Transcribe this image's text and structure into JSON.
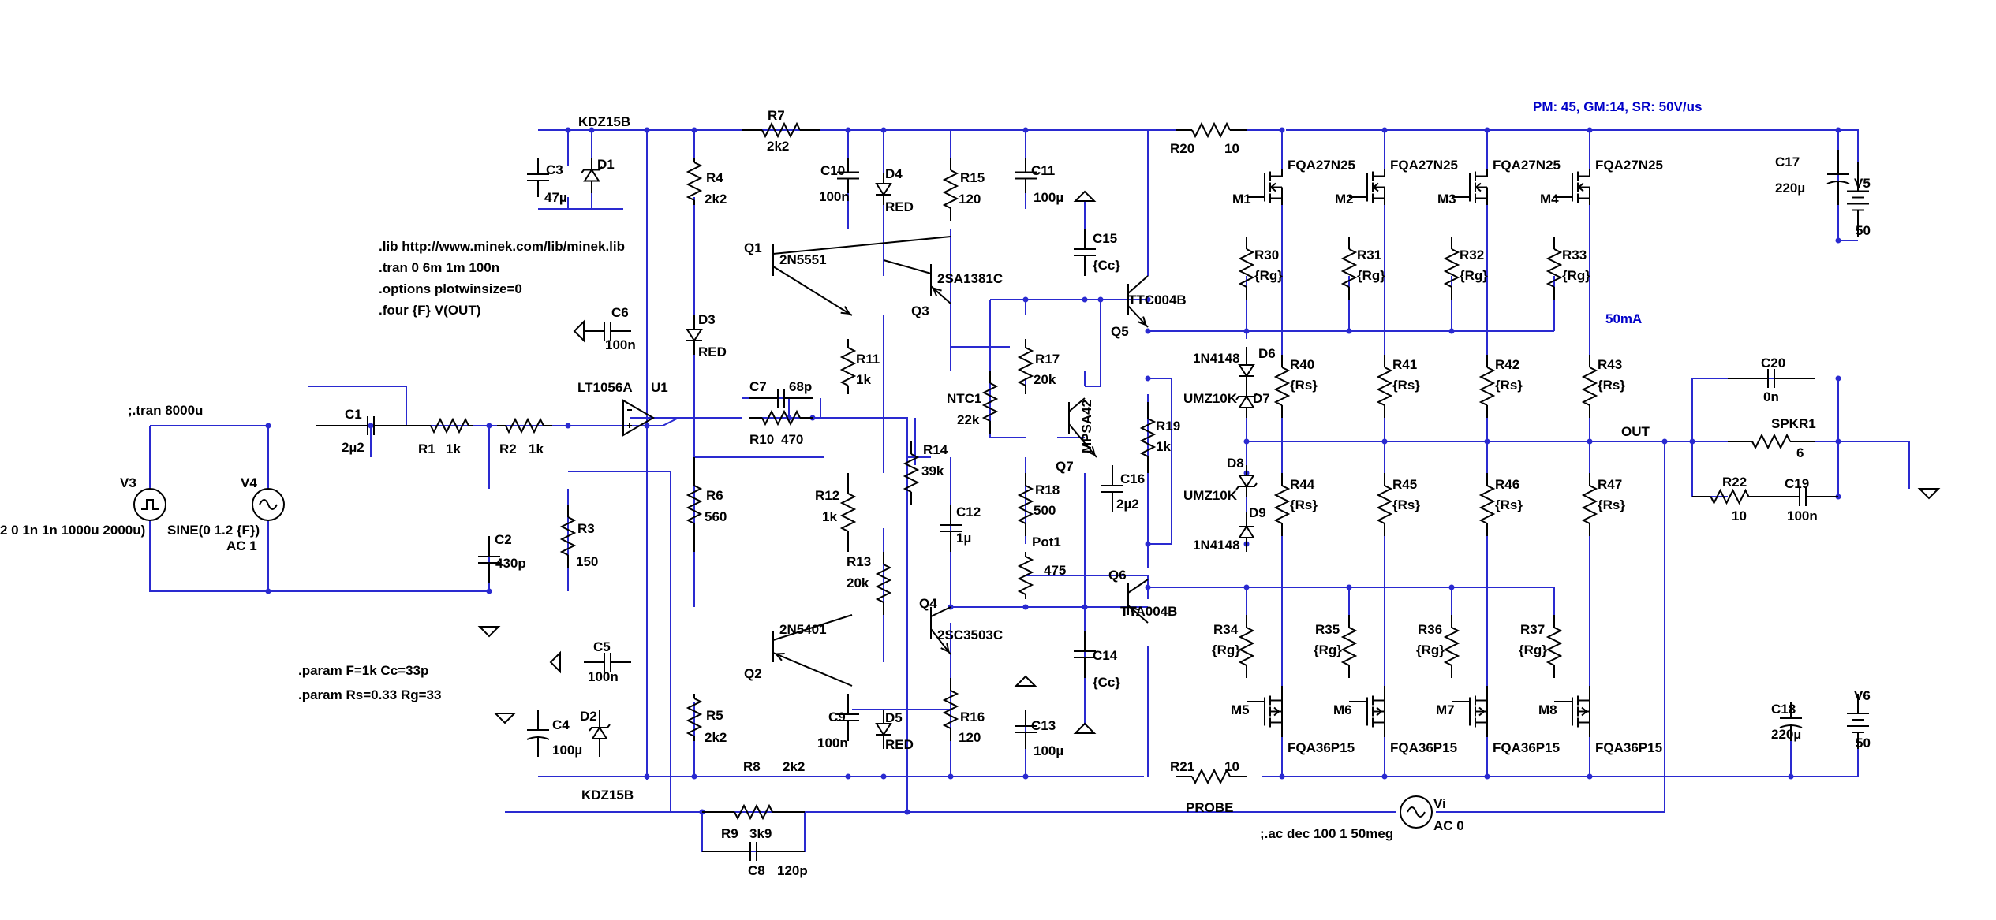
{
  "colors": {
    "wire": "#2a2ad0",
    "component": "#000000",
    "annotation": "#0000c8",
    "background": "#ffffff"
  },
  "directives": {
    "lib": ".lib http://www.minek.com/lib/minek.lib",
    "tran": ".tran 0 6m 1m 100n",
    "options": ".options plotwinsize=0",
    "four": ".four {F} V(OUT)",
    "tran_comment": ";.tran 8000u",
    "param1": ".param F=1k Cc=33p",
    "param2": ".param Rs=0.33 Rg=33",
    "ac_comment": ";.ac dec 100 1 50meg",
    "margins": "PM: 45, GM:14, SR: 50V/us",
    "bias": "50mA"
  },
  "nets": {
    "out": "OUT",
    "probe": "PROBE"
  },
  "sources": {
    "v3": {
      "name": "V3",
      "value": "2 0 1n 1n 1000u 2000u)"
    },
    "v4": {
      "name": "V4",
      "value": "SINE(0 1.2 {F})",
      "ac": "AC 1"
    },
    "v5": {
      "name": "V5",
      "value": "50"
    },
    "v6": {
      "name": "V6",
      "value": "50"
    },
    "vi": {
      "name": "Vi",
      "value": "AC 0"
    }
  },
  "components": {
    "c1": {
      "name": "C1",
      "value": "2µ2"
    },
    "c2": {
      "name": "C2",
      "value": "430p"
    },
    "c3": {
      "name": "C3",
      "value": "47µ"
    },
    "c4": {
      "name": "C4",
      "value": "100µ"
    },
    "c5": {
      "name": "C5",
      "value": "100n"
    },
    "c6": {
      "name": "C6",
      "value": "100n"
    },
    "c7": {
      "name": "C7",
      "value": "68p"
    },
    "c8": {
      "name": "C8",
      "value": "120p"
    },
    "c9": {
      "name": "C9",
      "value": "100n"
    },
    "c10": {
      "name": "C10",
      "value": "100n"
    },
    "c11": {
      "name": "C11",
      "value": "100µ"
    },
    "c12": {
      "name": "C12",
      "value": "1µ"
    },
    "c13": {
      "name": "C13",
      "value": "100µ"
    },
    "c14": {
      "name": "C14",
      "value": "{Cc}"
    },
    "c15": {
      "name": "C15",
      "value": "{Cc}"
    },
    "c16": {
      "name": "C16",
      "value": "2µ2"
    },
    "c17": {
      "name": "C17",
      "value": "220µ"
    },
    "c18": {
      "name": "C18",
      "value": "220µ"
    },
    "c19": {
      "name": "C19",
      "value": "100n"
    },
    "c20": {
      "name": "C20",
      "value": "0n"
    },
    "r1": {
      "name": "R1",
      "value": "1k"
    },
    "r2": {
      "name": "R2",
      "value": "1k"
    },
    "r3": {
      "name": "R3",
      "value": "150"
    },
    "r4": {
      "name": "R4",
      "value": "2k2"
    },
    "r5": {
      "name": "R5",
      "value": "2k2"
    },
    "r6": {
      "name": "R6",
      "value": "560"
    },
    "r7": {
      "name": "R7",
      "value": "2k2"
    },
    "r8": {
      "name": "R8",
      "value": "2k2"
    },
    "r9": {
      "name": "R9",
      "value": "3k9"
    },
    "r10": {
      "name": "R10",
      "value": "470"
    },
    "r11": {
      "name": "R11",
      "value": "1k"
    },
    "r12": {
      "name": "R12",
      "value": "1k"
    },
    "r13": {
      "name": "R13",
      "value": "20k"
    },
    "r14": {
      "name": "R14",
      "value": "39k"
    },
    "r15": {
      "name": "R15",
      "value": "120"
    },
    "r16": {
      "name": "R16",
      "value": "120"
    },
    "r17": {
      "name": "R17",
      "value": "20k"
    },
    "r18": {
      "name": "R18",
      "value": "500"
    },
    "r19": {
      "name": "R19",
      "value": "1k"
    },
    "r20": {
      "name": "R20",
      "value": "10"
    },
    "r21": {
      "name": "R21",
      "value": "10"
    },
    "r22": {
      "name": "R22",
      "value": "10"
    },
    "r30": {
      "name": "R30",
      "value": "{Rg}"
    },
    "r31": {
      "name": "R31",
      "value": "{Rg}"
    },
    "r32": {
      "name": "R32",
      "value": "{Rg}"
    },
    "r33": {
      "name": "R33",
      "value": "{Rg}"
    },
    "r34": {
      "name": "R34",
      "value": "{Rg}"
    },
    "r35": {
      "name": "R35",
      "value": "{Rg}"
    },
    "r36": {
      "name": "R36",
      "value": "{Rg}"
    },
    "r37": {
      "name": "R37",
      "value": "{Rg}"
    },
    "r40": {
      "name": "R40",
      "value": "{Rs}"
    },
    "r41": {
      "name": "R41",
      "value": "{Rs}"
    },
    "r42": {
      "name": "R42",
      "value": "{Rs}"
    },
    "r43": {
      "name": "R43",
      "value": "{Rs}"
    },
    "r44": {
      "name": "R44",
      "value": "{Rs}"
    },
    "r45": {
      "name": "R45",
      "value": "{Rs}"
    },
    "r46": {
      "name": "R46",
      "value": "{Rs}"
    },
    "r47": {
      "name": "R47",
      "value": "{Rs}"
    },
    "ntc1": {
      "name": "NTC1",
      "value": "22k"
    },
    "pot1": {
      "name": "Pot1",
      "value": "475"
    },
    "spkr1": {
      "name": "SPKR1",
      "value": "6"
    }
  },
  "semis": {
    "u1": {
      "name": "U1",
      "part": "LT1056A"
    },
    "q1": {
      "name": "Q1",
      "part": "2N5551"
    },
    "q2": {
      "name": "Q2",
      "part": "2N5401"
    },
    "q3": {
      "name": "Q3",
      "part": "2SA1381C"
    },
    "q4": {
      "name": "Q4",
      "part": "2SC3503C"
    },
    "q5": {
      "name": "Q5",
      "part": "TTC004B"
    },
    "q6": {
      "name": "Q6",
      "part": "TTA004B"
    },
    "q7": {
      "name": "Q7",
      "part": "MPSA42"
    },
    "m1": {
      "name": "M1",
      "part": "FQA27N25"
    },
    "m2": {
      "name": "M2",
      "part": "FQA27N25"
    },
    "m3": {
      "name": "M3",
      "part": "FQA27N25"
    },
    "m4": {
      "name": "M4",
      "part": "FQA27N25"
    },
    "m5": {
      "name": "M5",
      "part": "FQA36P15"
    },
    "m6": {
      "name": "M6",
      "part": "FQA36P15"
    },
    "m7": {
      "name": "M7",
      "part": "FQA36P15"
    },
    "m8": {
      "name": "M8",
      "part": "FQA36P15"
    },
    "d1": {
      "name": "D1",
      "part": "KDZ15B"
    },
    "d2": {
      "name": "D2",
      "part": "KDZ15B"
    },
    "d3": {
      "name": "D3",
      "part": "RED"
    },
    "d4": {
      "name": "D4",
      "part": "RED"
    },
    "d5": {
      "name": "D5",
      "part": "RED"
    },
    "d6": {
      "name": "D6",
      "part": "1N4148"
    },
    "d7": {
      "name": "D7",
      "part": "UMZ10K"
    },
    "d8": {
      "name": "D8",
      "part": "UMZ10K"
    },
    "d9": {
      "name": "D9",
      "part": "1N4148"
    }
  }
}
